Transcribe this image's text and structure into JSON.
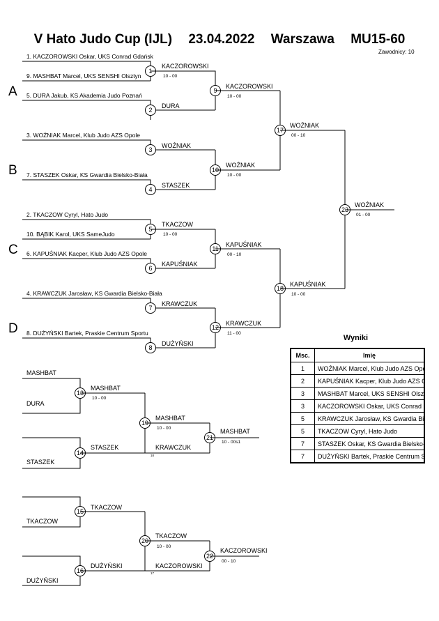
{
  "header": {
    "title_event": "V Hato Judo Cup (IJL)",
    "title_date": "23.04.2022",
    "title_city": "Warszawa",
    "title_category": "MU15-60",
    "competitors": "Zawodnicy: 10"
  },
  "pools": [
    "A",
    "B",
    "C",
    "D"
  ],
  "entries": [
    "1. KACZOROWSKI Oskar, UKS Conrad Gdańsk",
    "9. MASHBAT Marcel, UKS SENSHI Olsztyn",
    "5. DURA Jakub, KS Akademia Judo Poznań",
    "3. WOŹNIAK Marcel, Klub Judo AZS Opole",
    "7. STASZEK Oskar, KS Gwardia Bielsko-Biała",
    "2. TKACZOW Cyryl, Hato Judo",
    "10. BĄBIK Karol, UKS SameJudo",
    "6. KAPUŚNIAK Kacper, Klub Judo AZS Opole",
    "4. KRAWCZUK Jarosław, KS Gwardia Bielsko-Biała",
    "8. DUŻYŃSKI Bartek, Praskie Centrum Sportu"
  ],
  "matches": [
    {
      "no": "1",
      "winner": "KACZOROWSKI",
      "score": "10 - 00"
    },
    {
      "no": "2",
      "winner": "DURA",
      "score": ""
    },
    {
      "no": "3",
      "winner": "WOŹNIAK",
      "score": ""
    },
    {
      "no": "4",
      "winner": "STASZEK",
      "score": ""
    },
    {
      "no": "5",
      "winner": "TKACZOW",
      "score": "10 - 00"
    },
    {
      "no": "6",
      "winner": "KAPUŚNIAK",
      "score": ""
    },
    {
      "no": "7",
      "winner": "KRAWCZUK",
      "score": ""
    },
    {
      "no": "8",
      "winner": "DUŻYŃSKI",
      "score": ""
    },
    {
      "no": "9",
      "winner": "KACZOROWSKI",
      "score": "10 - 00"
    },
    {
      "no": "10",
      "winner": "WOŹNIAK",
      "score": "10 - 00"
    },
    {
      "no": "11",
      "winner": "KAPUŚNIAK",
      "score": "00 - 10"
    },
    {
      "no": "12",
      "winner": "KRAWCZUK",
      "score": "11 - 00"
    },
    {
      "no": "17",
      "winner": "WOŹNIAK",
      "score": "00 - 10"
    },
    {
      "no": "18",
      "winner": "KAPUŚNIAK",
      "score": "10 - 00"
    },
    {
      "no": "23",
      "winner": "WOŹNIAK",
      "score": "01 - 00"
    }
  ],
  "repechage": [
    {
      "no": "13",
      "top": "MASHBAT",
      "bottom": "DURA",
      "winner": "MASHBAT",
      "score": "10 - 00"
    },
    {
      "no": "14",
      "top": "",
      "bottom": "STASZEK",
      "winner": "STASZEK",
      "score": ""
    },
    {
      "no": "19",
      "winner": "MASHBAT",
      "score": "10 - 00",
      "loser_from": "KRAWCZUK",
      "loser_ref": "18"
    },
    {
      "no": "21",
      "winner": "MASHBAT",
      "score": "10 - 00s1"
    },
    {
      "no": "15",
      "top": "",
      "bottom": "TKACZOW",
      "winner": "TKACZOW",
      "score": ""
    },
    {
      "no": "16",
      "top": "",
      "bottom": "DUŻYŃSKI",
      "winner": "DUŻYŃSKI",
      "score": ""
    },
    {
      "no": "20",
      "winner": "TKACZOW",
      "score": "10 - 00",
      "loser_from": "KACZOROWSKI",
      "loser_ref": "17"
    },
    {
      "no": "22",
      "winner": "KACZOROWSKI",
      "score": "00 - 10"
    }
  ],
  "results": {
    "title": "Wyniki",
    "col_place": "Msc.",
    "col_name": "Imię",
    "rows": [
      {
        "place": "1",
        "name": "WOŹNIAK Marcel, Klub Judo AZS Opole"
      },
      {
        "place": "2",
        "name": "KAPUŚNIAK Kacper, Klub Judo AZS Opole"
      },
      {
        "place": "3",
        "name": "MASHBAT Marcel, UKS SENSHI Olsztyn"
      },
      {
        "place": "3",
        "name": "KACZOROWSKI Oskar, UKS Conrad Gdańsk"
      },
      {
        "place": "5",
        "name": "KRAWCZUK Jarosław, KS Gwardia Bielsko-Biała"
      },
      {
        "place": "5",
        "name": "TKACZOW Cyryl, Hato Judo"
      },
      {
        "place": "7",
        "name": "STASZEK Oskar, KS Gwardia Bielsko-Biała"
      },
      {
        "place": "7",
        "name": "DUŻYŃSKI Bartek, Praskie Centrum Sportu"
      }
    ]
  }
}
